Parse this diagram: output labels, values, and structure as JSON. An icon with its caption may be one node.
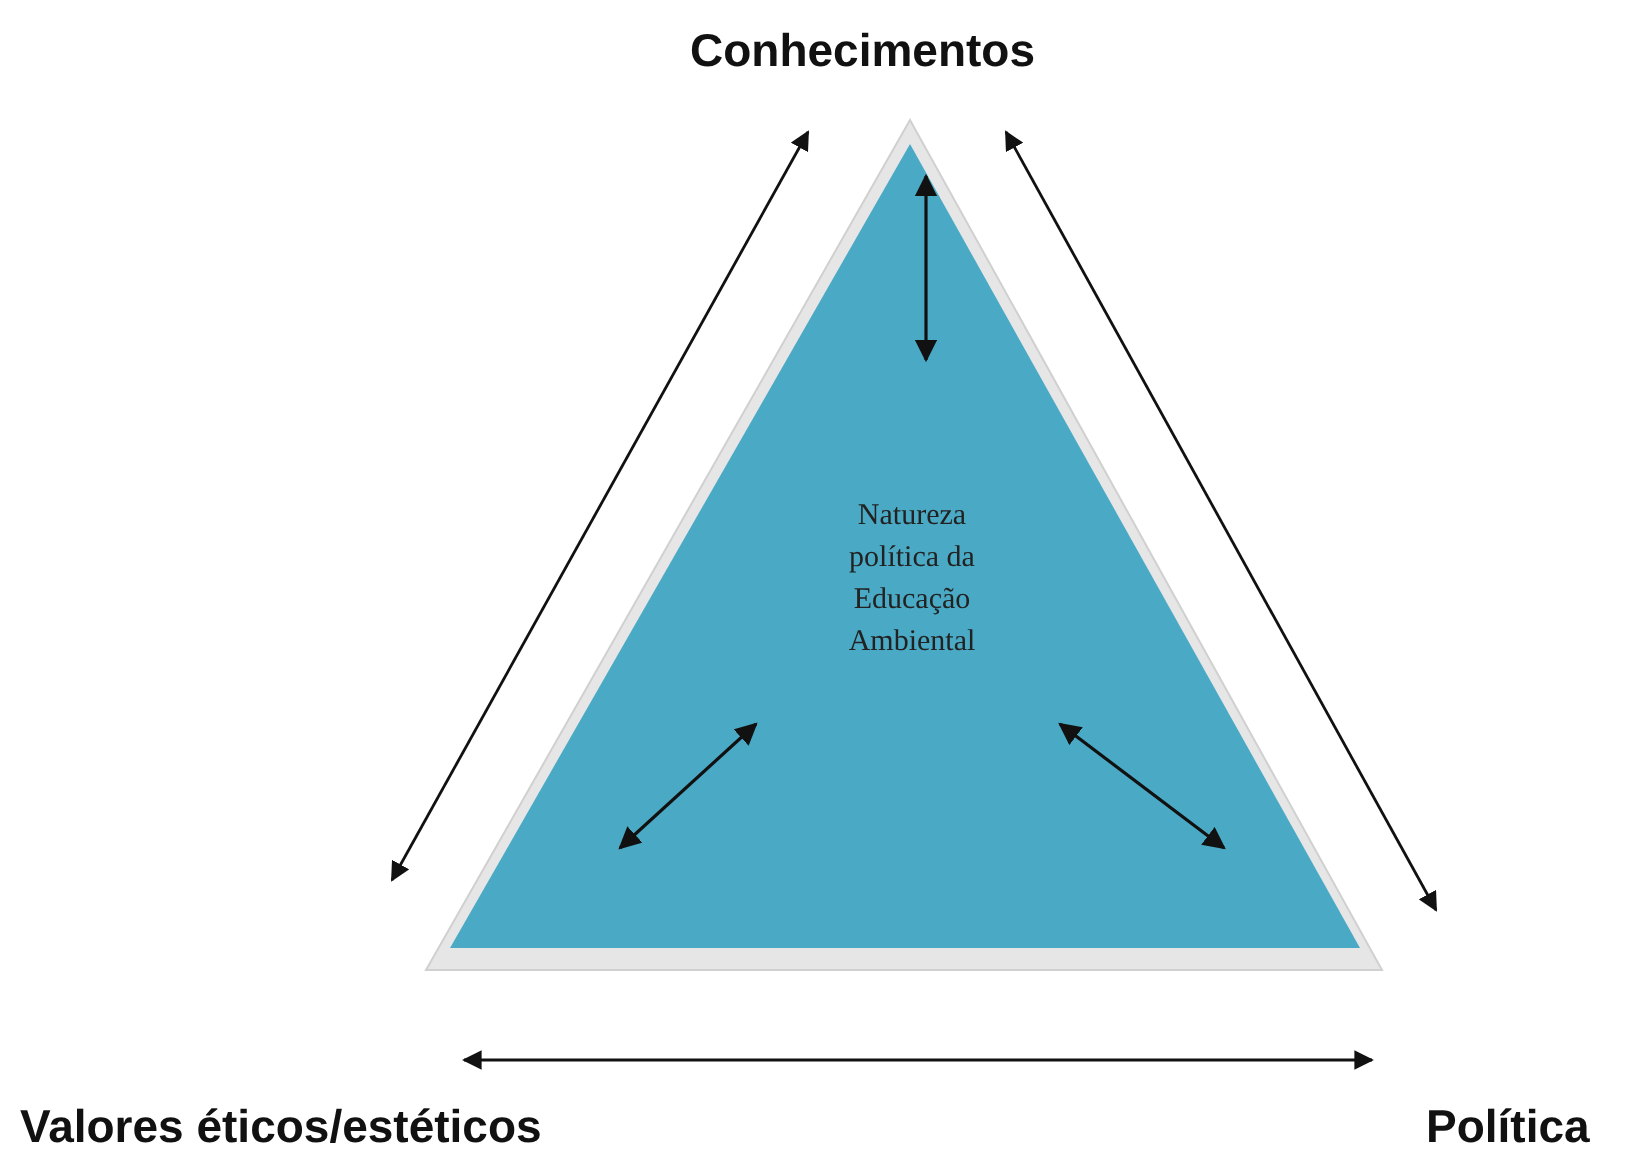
{
  "diagram": {
    "nodes": [
      {
        "text": [
          "Conhecimentos"
        ]
      },
      {
        "text": [
          "Valores éticos/estéticos"
        ]
      },
      {
        "text": [
          "Política"
        ]
      },
      {
        "text": [
          "Natureza política da Educação Ambiental"
        ]
      }
    ],
    "edges": [
      {
        "from": null,
        "to": 0,
        "arrow": "both"
      },
      {
        "from": 0,
        "to": null,
        "arrow": "both"
      },
      {
        "from": 1,
        "to": 2,
        "arrow": "both"
      }
    ]
  }
}
